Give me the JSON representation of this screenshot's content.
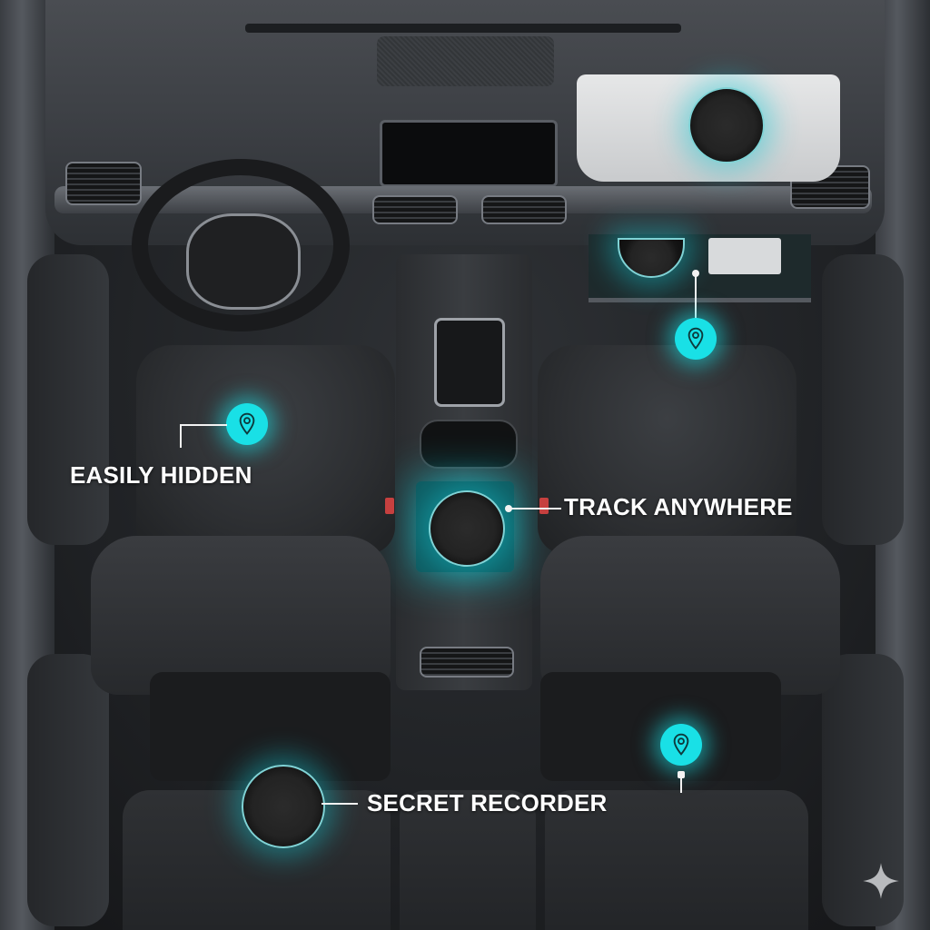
{
  "scene": {
    "description": "Top-down view of a car interior showing hidden GPS tracker / recorder placements",
    "accent_color": "#19e0e6",
    "label_color": "#ffffff"
  },
  "callouts": [
    {
      "id": "easily-hidden",
      "label": "EASILY HIDDEN",
      "location": "driver seat backrest",
      "icon": "location-pin-icon"
    },
    {
      "id": "track-anywhere",
      "label": "TRACK ANYWHERE",
      "location": "center console storage",
      "icon": "tracker-device"
    },
    {
      "id": "secret-recorder",
      "label": "SECRET RECORDER",
      "location": "rear seat",
      "icon": "tracker-device"
    }
  ],
  "markers": [
    {
      "id": "visor",
      "location": "passenger sun visor",
      "type": "tracker-device"
    },
    {
      "id": "glovebox",
      "location": "glove box",
      "type": "location-pin-icon"
    },
    {
      "id": "rear-floor",
      "location": "rear passenger floor",
      "type": "location-pin-icon"
    }
  ],
  "watermark": {
    "icon": "sparkle-icon"
  }
}
